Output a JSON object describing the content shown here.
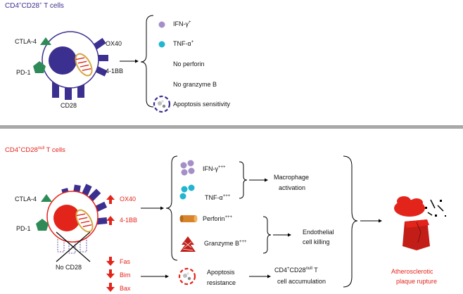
{
  "top": {
    "title": {
      "a": "CD4",
      "b": "+",
      "c": "CD28",
      "d": "+",
      "e": " T cells"
    },
    "cell_labels": {
      "ctla4": "CTLA-4",
      "pd1": "PD-1",
      "ox40": "OX40",
      "fourbb": "4-1BB",
      "cd28": "CD28"
    },
    "outcomes": [
      {
        "a": "IFN-γ",
        "b": "+"
      },
      {
        "a": "TNF-α",
        "b": "+"
      },
      {
        "a": "No perforin",
        "b": ""
      },
      {
        "a": "No granzyme B",
        "b": ""
      },
      {
        "a": "Apoptosis sensitivity",
        "b": ""
      }
    ]
  },
  "bottom": {
    "title": {
      "a": "CD4",
      "b": "+",
      "c": "CD28",
      "d": "null",
      "e": " T cells"
    },
    "cell_labels": {
      "ctla4": "CTLA-4",
      "pd1": "PD-1",
      "ox40": "OX40",
      "fourbb": "4-1BB",
      "nocd28": "No CD28"
    },
    "down": [
      "Fas",
      "Bim",
      "Bax"
    ],
    "cytokines": [
      {
        "a": "IFN-γ",
        "b": "+++"
      },
      {
        "a": "TNF-α",
        "b": "+++"
      },
      {
        "a": "Perforin",
        "b": "+++"
      },
      {
        "a": "Granzyme B",
        "b": "+++"
      }
    ],
    "apoptosis": {
      "l1": "Apoptosis",
      "l2": "resistance"
    },
    "macrophage": {
      "l1": "Macrophage",
      "l2": "activation"
    },
    "endothelial": {
      "l1": "Endothelial",
      "l2": "cell killing"
    },
    "accumulation": {
      "a": "CD4",
      "b": "+",
      "c": "CD28",
      "d": "null",
      "e": " T",
      "l2": "cell accumulation"
    },
    "outcome": {
      "l1": "Atherosclerotic",
      "l2": "plaque rupture"
    }
  },
  "colors": {
    "navy": "#3b2f8f",
    "red": "#e3241b",
    "green": "#2e8b57",
    "gold": "#d4a843",
    "purple": "#a58fc8",
    "cyan": "#22b5d0",
    "divider": "#999999"
  }
}
